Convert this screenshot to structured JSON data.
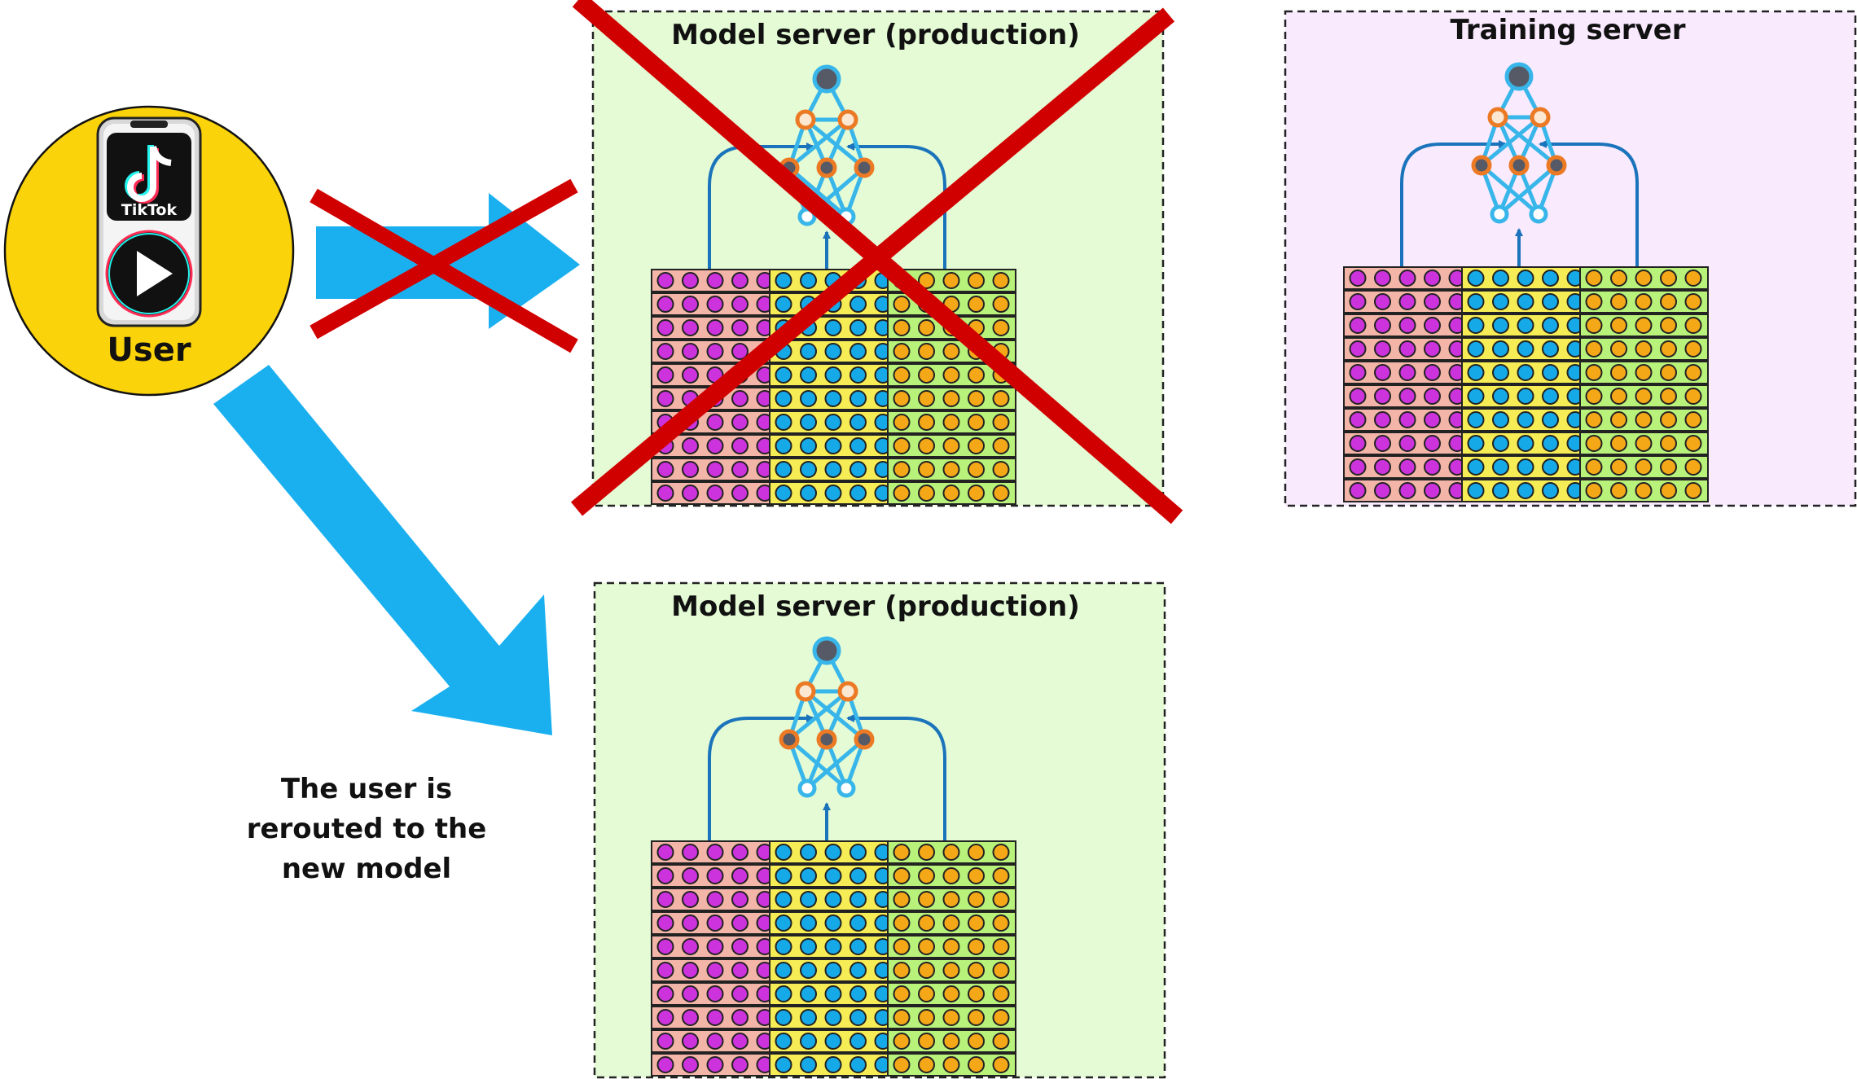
{
  "user": {
    "label": "User",
    "app_name": "TikTok"
  },
  "servers": {
    "prod_old": {
      "title": "Model server (production)"
    },
    "training": {
      "title": "Training server"
    },
    "prod_new": {
      "title": "Model server (production)"
    }
  },
  "caption": {
    "lines": [
      "The user is",
      "rerouted to the",
      "new model"
    ]
  },
  "colors": {
    "prod_bg": "#e4fbd5",
    "training_bg": "#f9eafe",
    "user_circle": "#fbd30a",
    "arrow": "#1ab0f0",
    "cross": "#d10000",
    "purple_row": "#f3b5a8",
    "purple_dot": "#cc33dd",
    "blue_row": "#f6ec55",
    "blue_dot": "#16a9e8",
    "orange_row": "#b9f27b",
    "orange_dot": "#f4a818",
    "nn_line": "#38b6ea",
    "nn_orange": "#ec7a25",
    "nn_top": "#555a66",
    "connector": "#1b74bb"
  }
}
